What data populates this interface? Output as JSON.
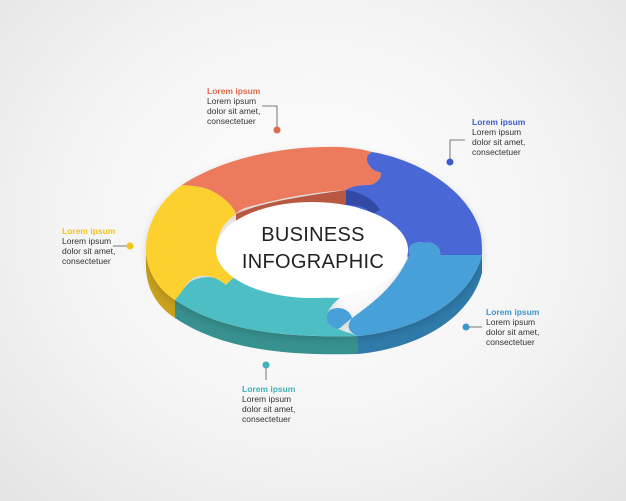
{
  "center": {
    "line1": "BUSINESS",
    "line2": "INFOGRAPHIC"
  },
  "segments": [
    {
      "id": "top",
      "color": "#ec7a5c",
      "side": "#b85840"
    },
    {
      "id": "right",
      "color": "#4a67d6",
      "side": "#3148a6"
    },
    {
      "id": "bottom-right",
      "color": "#46a1d8",
      "side": "#2f7aa9"
    },
    {
      "id": "bottom",
      "color": "#4dbec4",
      "side": "#37918f"
    },
    {
      "id": "left",
      "color": "#fcd02e",
      "side": "#c9a11e"
    }
  ],
  "callouts": [
    {
      "id": "top",
      "title": "Lorem ipsum",
      "lines": [
        "Lorem ipsum",
        "dolor sit amet,",
        "consectetuer"
      ],
      "color": "#e06a4d"
    },
    {
      "id": "right",
      "title": "Lorem ipsum",
      "lines": [
        "Lorem ipsum",
        "dolor sit amet,",
        "consectetuer"
      ],
      "color": "#3f5bc9"
    },
    {
      "id": "left",
      "title": "Lorem ipsum",
      "lines": [
        "Lorem ipsum",
        "dolor sit amet,",
        "consectetuer"
      ],
      "color": "#f3c21b"
    },
    {
      "id": "bottom-right",
      "title": "Lorem ipsum",
      "lines": [
        "Lorem ipsum",
        "dolor sit amet,",
        "consectetuer"
      ],
      "color": "#3d97cf"
    },
    {
      "id": "bottom",
      "title": "Lorem ipsum",
      "lines": [
        "Lorem ipsum",
        "dolor sit amet,",
        "consectetuer"
      ],
      "color": "#3fb2b9"
    }
  ]
}
